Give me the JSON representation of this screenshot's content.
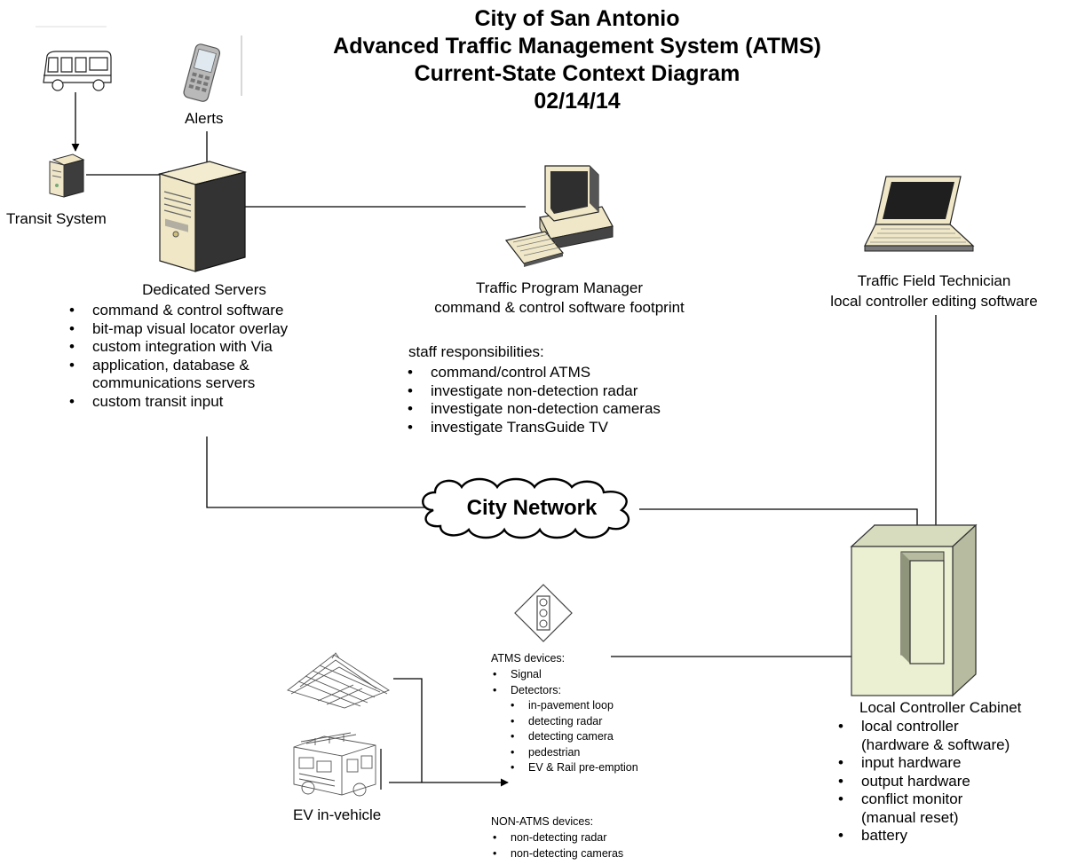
{
  "title": {
    "line1": "City of San Antonio",
    "line2": "Advanced Traffic Management System (ATMS)",
    "line3": "Current-State Context Diagram",
    "line4": "02/14/14"
  },
  "nodes": {
    "alerts": {
      "label": "Alerts",
      "icon": "mobile-phone-icon"
    },
    "bus": {
      "icon": "bus-icon"
    },
    "transit_system": {
      "label": "Transit System",
      "icon": "small-server-icon"
    },
    "dedicated_servers": {
      "label": "Dedicated Servers",
      "icon": "server-tower-icon",
      "bullets": [
        "command & control software",
        "bit-map visual locator overlay",
        "custom integration with Via",
        "application, database &",
        "custom transit input"
      ],
      "bullet_continuation": "communications servers"
    },
    "traffic_program_manager": {
      "label_line1": "Traffic Program Manager",
      "label_line2": "command & control software footprint",
      "icon": "desktop-computer-icon",
      "staff_heading": "staff responsibilities:",
      "staff_bullets": [
        "command/control ATMS",
        "investigate non-detection radar",
        "investigate non-detection cameras",
        "investigate TransGuide TV"
      ]
    },
    "field_technician": {
      "label_line1": "Traffic Field Technician",
      "label_line2": "local controller editing software",
      "icon": "laptop-icon"
    },
    "city_network": {
      "label": "City Network",
      "icon": "cloud-icon"
    },
    "cabinet": {
      "label": "Local Controller Cabinet",
      "icon": "controller-cabinet-icon",
      "bullets": [
        {
          "text": "local controller",
          "cont": "(hardware & software)"
        },
        {
          "text": "input hardware"
        },
        {
          "text": "output hardware"
        },
        {
          "text": "conflict monitor",
          "cont": "(manual reset)"
        },
        {
          "text": "battery"
        }
      ]
    },
    "atms_devices": {
      "icon": "traffic-signal-icon",
      "heading": "ATMS devices:",
      "items": [
        {
          "text": "Signal",
          "level": 1
        },
        {
          "text": "Detectors:",
          "level": 1
        },
        {
          "text": "in-pavement loop",
          "level": 2
        },
        {
          "text": "detecting radar",
          "level": 2
        },
        {
          "text": "detecting camera",
          "level": 2
        },
        {
          "text": "pedestrian",
          "level": 2
        },
        {
          "text": "EV & Rail pre-emption",
          "level": 2
        }
      ],
      "non_heading": "NON-ATMS devices:",
      "non_items": [
        "non-detecting radar",
        "non-detecting cameras"
      ]
    },
    "ev_in_vehicle": {
      "label": "EV in-vehicle",
      "icons": [
        "train-icon",
        "fire-truck-icon"
      ]
    }
  },
  "colors": {
    "line": "#000000",
    "cabinet_face": "#ecf0d3",
    "cabinet_side": "#b7bca0"
  }
}
